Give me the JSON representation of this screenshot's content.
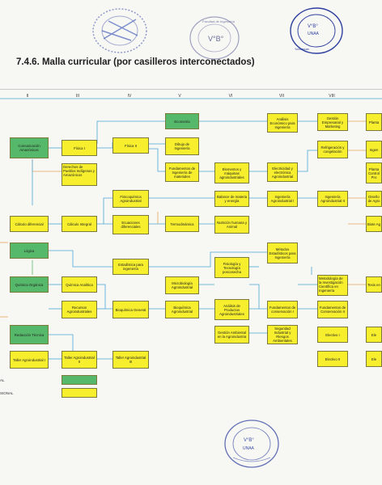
{
  "section_title": "7.4.6. Malla curricular (por casilleros interconectados)",
  "columns": [
    "II",
    "III",
    "IV",
    "V",
    "VI",
    "VII",
    "VIII"
  ],
  "courses": {
    "comunicacion": "Comunicación Amazónicos",
    "fisica1": "Física I",
    "fisica2": "Física II",
    "economia": "Economía",
    "dibujo": "Dibujo de Ingeniería",
    "analisis_economico": "Análisis Económico para Ingeniería",
    "gestion_empresarial": "Gestión Empresarial y Marketing",
    "derechos_pueblos": "Derechos de Pueblos Indígenas y Amazónicos",
    "fundamentos_materiales": "Fundamentos de Ingeniería de materiales",
    "elementos_maquinas": "Elementos y máquinas agroindustriales",
    "electricidad": "Electricidad y electrónica Agroindustrial",
    "refrigeracion": "Refrigeración y congelación",
    "fisicoquimica": "Fisicoquímica Agroindustrial",
    "balance": "Balance de materia y energía",
    "ing_agro_1": "Ingeniería Agroindustrial I",
    "ing_agro_2": "Ingeniería Agroindustrial II",
    "calculo_diferencial": "Cálculo diferencial",
    "calculo_integral": "Cálculo Integral",
    "ecuaciones": "Ecuaciones diferenciales",
    "termodinamica": "Termodinámica",
    "nutricion": "Nutrición humana y Animal",
    "logica": "Lógica",
    "estadistica": "Estadística para ingeniería",
    "metodos_estadisticos": "Métodos Estadísticos para Ingeniería",
    "quimica_organica": "Química Orgánica",
    "quimica_analitica": "Química Analítica",
    "microbiologia": "Microbiología Agroindustrial",
    "fisiologia": "Fisiología y Tecnología poscosecha",
    "metodologia": "Metodología de la Investigación Científica en Ingeniería",
    "recursos": "Recursos Agroindustriales",
    "bioquimica_general": "Bioquímica General",
    "bioquimica_agro": "Bioquímica Agroindustrial",
    "analisis_productos": "Análisis de Productos Agroindustriales",
    "fundamentos_conservacion": "Fundamentos de conservación I",
    "fundamentos_conservacion2": "Fundamentos de Conservación II",
    "gestion_ambiental": "Gestión Ambiental en la Agroindustria",
    "seguridad": "Seguridad Industrial y Riesgos Ambientales",
    "electivo1": "Electivo I",
    "electivo2": "Electivo II",
    "redaccion": "Redacción Técnica",
    "taller1": "Taller Agroindustrial I",
    "taller2": "Taller Agroindustrial II",
    "taller3": "Taller Agroindustrial III",
    "right_1": "Planta",
    "right_2": "Ingen",
    "right_3": "Planta Control Pro",
    "right_4": "Diseño de Agro",
    "right_5": "Biote Ag",
    "right_6": "Tesis en",
    "right_7": "Ele",
    "right_8": "Ele"
  },
  "legend": {
    "row1_fragment": "AL",
    "row2_fragment": "SIONAL"
  },
  "stamps": {
    "top_left_fragment": "Facultad de Ingeniería",
    "vb_mark": "V°B°",
    "seal_ring": "Universidad Nacional Autónoma de Alto Amazonas",
    "seal_center": "UNAA",
    "seal_sub": "Yurimaguas"
  },
  "colors": {
    "course_box": "#f7ef2e",
    "general_box": "#55b86a",
    "connector_blue": "#4aa7d6",
    "connector_orange": "#e7a35c",
    "connector_green": "#57b96b",
    "stamp_blue": "#3c4ea6"
  }
}
